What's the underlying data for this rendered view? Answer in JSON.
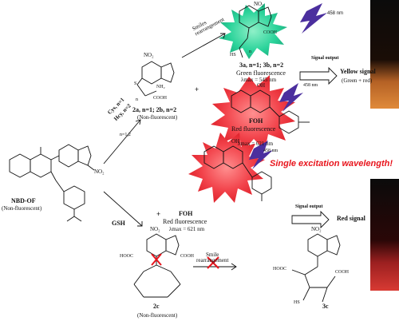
{
  "labels": {
    "excitation_top": "458",
    "excitation_top_unit": "nm",
    "excitation_mid": "458 nm",
    "excitation_low": "458 nm",
    "smiles_top": "Smiles\nrearrangement",
    "cys_line": "Cys, n=1",
    "hcy_line": "Hcy, n=2",
    "thiol_n": "n=1,2",
    "no2_top": "NO₂",
    "cooh_top": "COOH",
    "hs_top": "HS",
    "n_top": "n",
    "nh2_2a": "NH₂",
    "cooh_2a": "COOH",
    "n_2a": "n",
    "no2_2a": "NO₂",
    "s_2a": "S",
    "compound_3ab": "3a, n=1; 3b, n=2",
    "green_fluor": "Green fluorescence",
    "lmax_545": "λmax = 545 nm",
    "compound_2ab": "2a, n=1; 2b, n=2",
    "non_fluor_2ab": "(Non-fluorescent)",
    "foh_top": "FOH",
    "red_fluor_top": "Red fluorescence",
    "lmax_621_top": "λmax = 621 nm",
    "signal_output_top": "Signal output",
    "yellow_signal": "Yellow signal",
    "green_red": "(Green + red)",
    "single_excitation": "Single excitation wavelength!",
    "nbd_of": "NBD-OF",
    "nbd_non_fluor": "(Non-fluorescent)",
    "gsh": "GSH",
    "foh_mid": "FOH",
    "red_fluor_mid": "Red fluorescence",
    "lmax_621_mid": "λmax = 621 nm",
    "signal_output_low": "Signal output",
    "red_signal": "Red signal",
    "compound_2c": "2c",
    "non_fluor_2c": "(Non-fluorescent)",
    "smile_rearr_low": "Smile\nrearrangement",
    "compound_3c": "3c",
    "hoocs": "HOOC",
    "hs_3c": "HS",
    "cooh_3c": "COOH",
    "cooh_2c": "COOH",
    "hooc_2c": "HOOC",
    "no2_2c": "NO₂",
    "no2_3c": "NO₂",
    "no2_nbd": "NO₂",
    "oh_top": "OH",
    "oh_mid": "OH"
  },
  "colors": {
    "green_burst": "#2bd39a",
    "red_burst": "#f2434b",
    "lightning": "#4b2f9e",
    "accent_red": "#e8141c",
    "vial_dark": "#0b0b0b",
    "vial_yellow": "#d77a2c",
    "vial_red": "#c6302a"
  }
}
